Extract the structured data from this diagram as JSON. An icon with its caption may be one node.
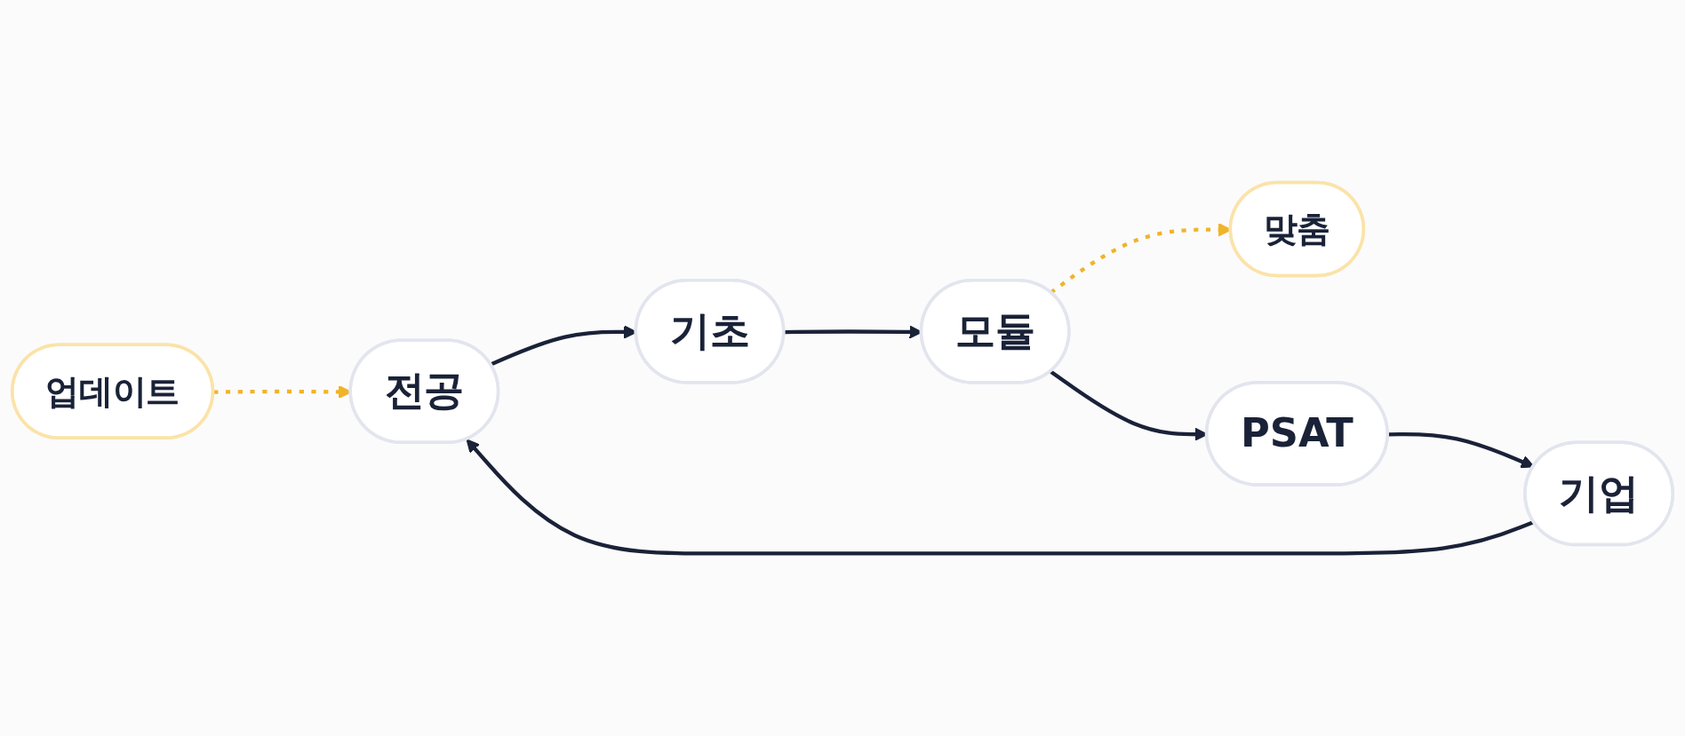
{
  "diagram": {
    "nodes": [
      {
        "text": [
          "기초"
        ]
      },
      {
        "text": [
          "업데이트"
        ]
      },
      {
        "text": [
          "전공"
        ]
      },
      {
        "text": [
          "모듈"
        ]
      },
      {
        "text": [
          "맞춤"
        ]
      },
      {
        "text": [
          "기업"
        ]
      },
      {
        "text": [
          "PSAT"
        ]
      }
    ],
    "edges": [
      {
        "from": 2,
        "to": 0,
        "arrow": "to"
      },
      {
        "from": 0,
        "to": 3,
        "arrow": "to"
      },
      {
        "from": 1,
        "to": 2,
        "arrow": "to",
        "style": "dashed",
        "color": "#f0b429"
      },
      {
        "from": 3,
        "to": 4,
        "arrow": "to",
        "style": "dashed",
        "color": "#f0b429"
      },
      {
        "from": 3,
        "to": 6,
        "arrow": "to"
      },
      {
        "from": 6,
        "to": 5,
        "arrow": "to"
      },
      {
        "from": 5,
        "to": 2,
        "arrow": "to"
      }
    ]
  }
}
